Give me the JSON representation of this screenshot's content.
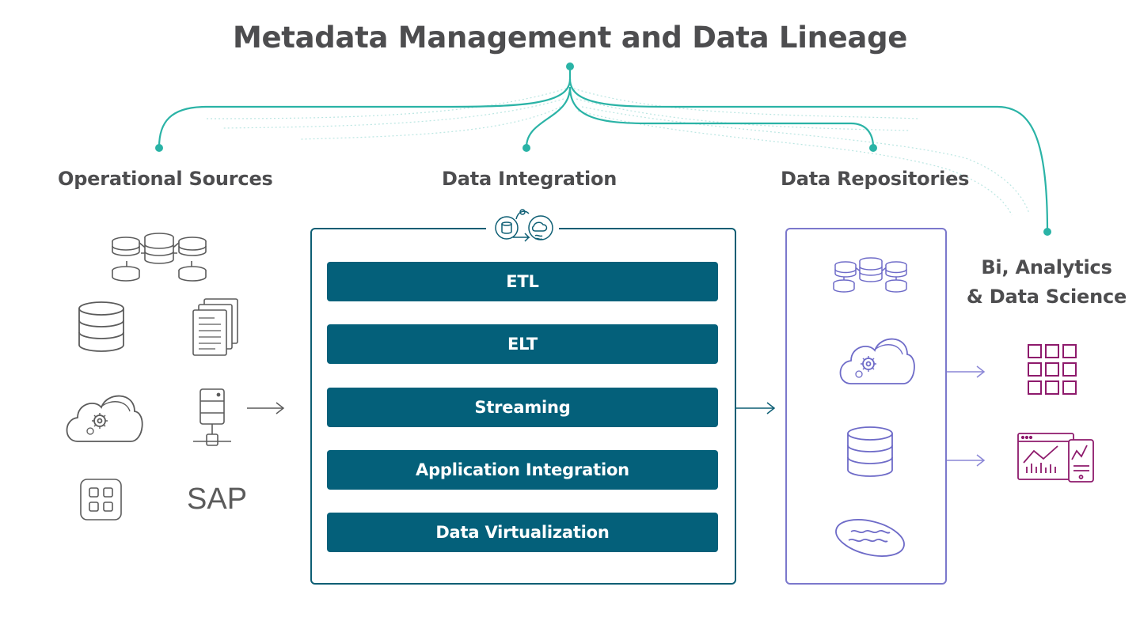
{
  "title": "Metadata Management and Data Lineage",
  "sections": {
    "operational_sources": "Operational Sources",
    "data_integration": "Data Integration",
    "data_repositories": "Data Repositories",
    "bi_line1": "Bi, Analytics",
    "bi_line2": "& Data Science"
  },
  "integration_methods": [
    "ETL",
    "ELT",
    "Streaming",
    "Application Integration",
    "Data Virtualization"
  ],
  "source_text": {
    "sap": "SAP"
  },
  "icons": {
    "sources": [
      "database-cluster-icon",
      "database-icon",
      "documents-icon",
      "cloud-gear-icon",
      "server-network-icon",
      "app-grid-icon"
    ],
    "integration": "integration-transform-icon",
    "repositories": [
      "database-cluster-icon",
      "cloud-gear-icon",
      "database-icon",
      "data-lake-icon"
    ],
    "outputs": [
      "grid-table-icon",
      "analytics-dashboard-icon"
    ]
  },
  "colors": {
    "teal_line": "#2ab3a6",
    "integration_bar": "#04607a",
    "integration_border": "#0d5e74",
    "repository": "#6e6bc8",
    "output": "#8e1a6c",
    "text": "#4d4d4f",
    "source_icon": "#5b5b5b"
  }
}
